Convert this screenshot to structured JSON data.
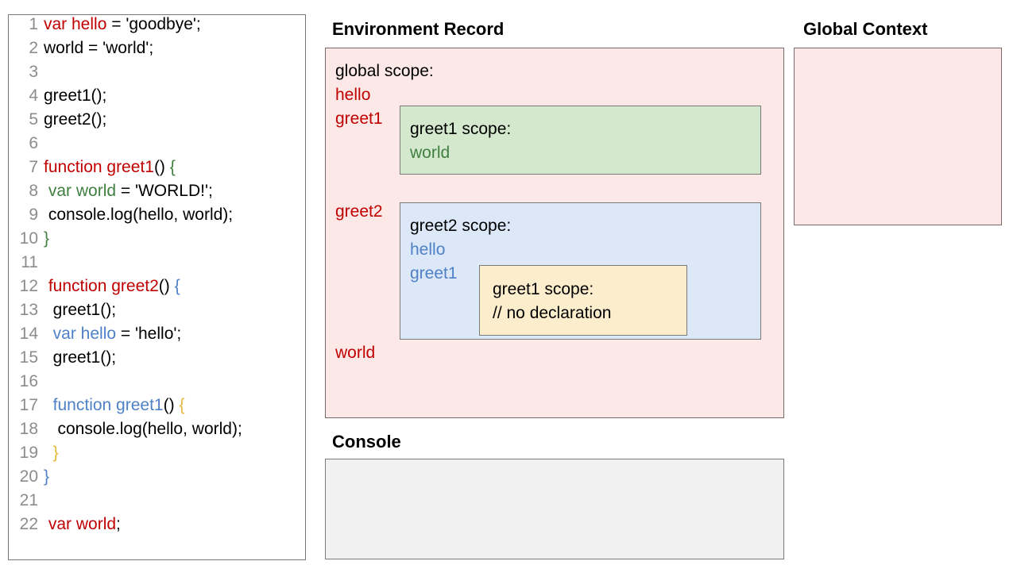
{
  "code_panel": {
    "lines": [
      {
        "num": "1",
        "segments": [
          {
            "text": "var hello",
            "color": "red"
          },
          {
            "text": " = 'goodbye';",
            "color": "black"
          }
        ]
      },
      {
        "num": "2",
        "segments": [
          {
            "text": "world = 'world';",
            "color": "black"
          }
        ]
      },
      {
        "num": "3",
        "segments": [
          {
            "text": "",
            "color": "black"
          }
        ]
      },
      {
        "num": "4",
        "segments": [
          {
            "text": "greet1();",
            "color": "black"
          }
        ]
      },
      {
        "num": "5",
        "segments": [
          {
            "text": "greet2();",
            "color": "black"
          }
        ]
      },
      {
        "num": "6",
        "segments": [
          {
            "text": "",
            "color": "black"
          }
        ]
      },
      {
        "num": "7",
        "segments": [
          {
            "text": "function greet1",
            "color": "red"
          },
          {
            "text": "() ",
            "color": "black"
          },
          {
            "text": "{",
            "color": "green"
          }
        ]
      },
      {
        "num": "8",
        "segments": [
          {
            "text": " ",
            "color": "black"
          },
          {
            "text": "var world",
            "color": "green"
          },
          {
            "text": " = 'WORLD!';",
            "color": "black"
          }
        ]
      },
      {
        "num": "9",
        "segments": [
          {
            "text": " console.log(hello, world);",
            "color": "black"
          }
        ]
      },
      {
        "num": "10",
        "segments": [
          {
            "text": "}",
            "color": "green"
          }
        ]
      },
      {
        "num": "11",
        "segments": [
          {
            "text": "",
            "color": "black"
          }
        ]
      },
      {
        "num": "12",
        "segments": [
          {
            "text": " ",
            "color": "black"
          },
          {
            "text": "function greet2",
            "color": "red"
          },
          {
            "text": "() ",
            "color": "black"
          },
          {
            "text": "{",
            "color": "blue"
          }
        ]
      },
      {
        "num": "13",
        "segments": [
          {
            "text": "  greet1();",
            "color": "black"
          }
        ]
      },
      {
        "num": "14",
        "segments": [
          {
            "text": "  ",
            "color": "black"
          },
          {
            "text": "var hello",
            "color": "blue"
          },
          {
            "text": " = 'hello';",
            "color": "black"
          }
        ]
      },
      {
        "num": "15",
        "segments": [
          {
            "text": "  greet1();",
            "color": "black"
          }
        ]
      },
      {
        "num": "16",
        "segments": [
          {
            "text": "",
            "color": "black"
          }
        ]
      },
      {
        "num": "17",
        "segments": [
          {
            "text": "  ",
            "color": "black"
          },
          {
            "text": "function greet1",
            "color": "blue"
          },
          {
            "text": "() ",
            "color": "black"
          },
          {
            "text": "{",
            "color": "gold"
          }
        ]
      },
      {
        "num": "18",
        "segments": [
          {
            "text": "   console.log(hello, world);",
            "color": "black"
          }
        ]
      },
      {
        "num": "19",
        "segments": [
          {
            "text": "  ",
            "color": "black"
          },
          {
            "text": "}",
            "color": "gold"
          }
        ]
      },
      {
        "num": "20",
        "segments": [
          {
            "text": "}",
            "color": "blue"
          }
        ]
      },
      {
        "num": "21",
        "segments": [
          {
            "text": "",
            "color": "black"
          }
        ]
      },
      {
        "num": "22",
        "segments": [
          {
            "text": " ",
            "color": "black"
          },
          {
            "text": "var world",
            "color": "red"
          },
          {
            "text": ";",
            "color": "black"
          }
        ]
      }
    ]
  },
  "environment_record": {
    "heading": "Environment Record",
    "global_scope": {
      "title": "global scope:",
      "vars": [
        {
          "name": "hello",
          "color": "red"
        },
        {
          "name": "greet1",
          "color": "red"
        },
        {
          "name": "greet2",
          "color": "red"
        },
        {
          "name": "world",
          "color": "red"
        }
      ]
    },
    "greet1_scope": {
      "title": "greet1 scope:",
      "vars": [
        {
          "name": "world",
          "color": "green"
        }
      ]
    },
    "greet2_scope": {
      "title": "greet2 scope:",
      "vars": [
        {
          "name": "hello",
          "color": "blue"
        },
        {
          "name": "greet1",
          "color": "blue"
        }
      ]
    },
    "greet1_nested_scope": {
      "title": "greet1 scope:",
      "note": "// no declaration"
    }
  },
  "global_context": {
    "heading": "Global Context",
    "content": ""
  },
  "console": {
    "heading": "Console",
    "content": ""
  },
  "colors": {
    "red": "#c00000",
    "green": "#3f7f3f",
    "blue": "#4f81c7",
    "gold": "#e8b93c",
    "pink_fill": "#fce8e6",
    "green_fill": "#d3e8cd",
    "blue_fill": "#dce8f8",
    "yellow_fill": "#fceecd",
    "console_fill": "#f1f1f1",
    "line_number": "#8c8c8c",
    "border": "#7a7a7a"
  }
}
